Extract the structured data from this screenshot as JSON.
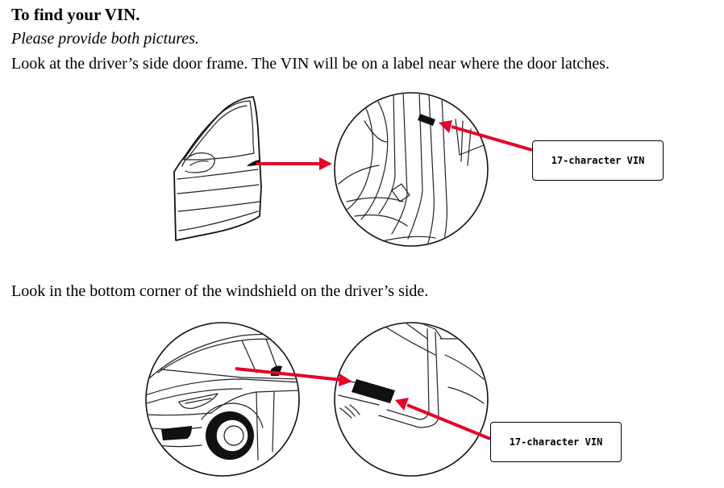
{
  "heading": "To find your VIN.",
  "subheading": "Please provide both pictures.",
  "step1": "Look at the driver’s side door frame. The VIN will be on a label near where the door latches.",
  "step2": "Look in the bottom corner of the windshield on the driver’s side.",
  "callouts": {
    "door_label": "17-character VIN",
    "windshield_label": "17-character VIN"
  },
  "colors": {
    "arrow": "#e3052a",
    "line": "#222222"
  },
  "icons": {
    "door": "car-door-illustration",
    "door_frame": "door-frame-closeup",
    "car_front": "car-front-illustration",
    "windshield": "windshield-corner-closeup"
  }
}
